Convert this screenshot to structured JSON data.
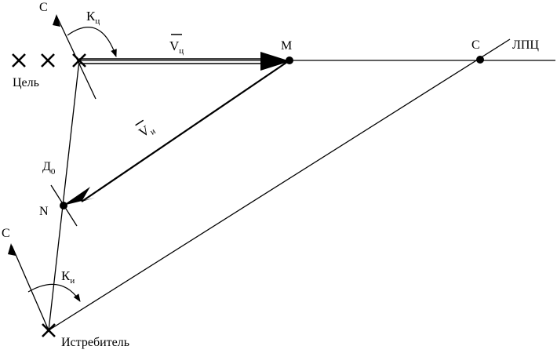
{
  "diagram": {
    "colors": {
      "ink": "#000000",
      "background": "#ffffff"
    },
    "labels": {
      "north_top": "С",
      "course_target_main": "К",
      "course_target_sub": "ц",
      "velocity_target_main": "V",
      "velocity_target_sub": "ц",
      "point_m": "М",
      "point_c": "С",
      "target_line": "ЛПЦ",
      "target": "Цель",
      "velocity_interceptor_main": "V",
      "velocity_interceptor_sub": "и",
      "distance_main": "Д",
      "distance_sub": "0",
      "point_n": "N",
      "north_bottom": "С",
      "course_interceptor_main": "К",
      "course_interceptor_sub": "и",
      "interceptor": "Истребитель"
    },
    "icons": [
      "cross-marker",
      "arrow-head",
      "angle-arc"
    ]
  }
}
